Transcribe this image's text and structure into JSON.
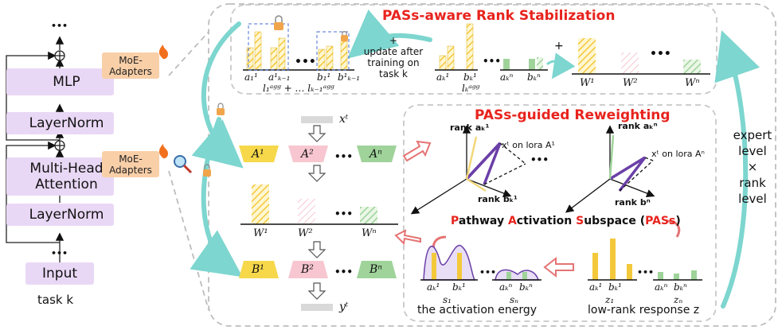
{
  "left_column": {
    "dots_top": "•••",
    "mlp": "MLP",
    "layernorm_top": "LayerNorm",
    "mha_line1": "Multi-Head",
    "mha_line2": "Attention",
    "layernorm_bottom": "LayerNorm",
    "dots_bottom": "•••",
    "input": "Input",
    "task": "task k",
    "moe_top_line1": "MoE-",
    "moe_top_line2": "Adapters",
    "moe_bottom_line1": "MoE-",
    "moe_bottom_line2": "Adapters"
  },
  "rank_stabilization": {
    "title": "PASs-aware Rank Stabilization",
    "update_line1": "+",
    "update_line2": "update after",
    "update_line3": "training on",
    "update_line4": "task k",
    "agg_left": "l₁ᵃᵍᵍ + … lₖ₋₁ᵃᵍᵍ",
    "agg_right": "lₖᵃᵍᵍ",
    "w1": "W¹",
    "w2": "W²",
    "wn": "Wⁿ",
    "plus": "+",
    "dots": "•••",
    "bar_labels_a1": "a₁¹",
    "bar_labels_ak1": "a¹ₖ₋₁",
    "bar_labels_b1": "b₁¹",
    "bar_labels_bk1": "b¹ₖ₋₁",
    "bar_labels_ak": "aₖ¹",
    "bar_labels_bk": "bₖ¹",
    "bar_labels_akn": "aₖⁿ",
    "bar_labels_bkn": "bₖⁿ",
    "ellipsis": "…"
  },
  "center_column": {
    "xt": "xᵗ",
    "a1": "A¹",
    "a2": "A²",
    "an": "Aⁿ",
    "w1": "W¹",
    "w2": "W²",
    "wn": "Wⁿ",
    "b1": "B¹",
    "b2": "B²",
    "bn": "Bⁿ",
    "yt": "yᵗ",
    "dots": "•••"
  },
  "reweighting": {
    "title": "PASs-guided Reweighting",
    "rank_ak1": "rank aₖ¹",
    "rank_bk1": "rank bₖ¹",
    "xt_lora_a1": "xᵗ on lora A¹",
    "rank_akn": "rank aₖⁿ",
    "rank_bn": "rank bⁿ",
    "xt_lora_an": "xᵗ on lora Aⁿ",
    "pass_title_parts": [
      "P",
      "athway ",
      "A",
      "ctivation ",
      "S",
      "ub",
      "s",
      "pace (",
      "PASs",
      ")"
    ],
    "dots": "•••",
    "s1": "s₁",
    "sn": "sₙ",
    "activation_energy": "the activation energy",
    "z1": "z₁",
    "zn": "zₙ",
    "low_rank": "low-rank response z",
    "ak1": "aₖ¹",
    "bk1": "bₖ¹",
    "akn": "aₖⁿ",
    "bkn": "bₖⁿ"
  },
  "right_label": {
    "line1": "expert",
    "line2": "level",
    "line3": "×",
    "line4": "rank",
    "line5": "level"
  },
  "colors": {
    "block_purple": "#e9d8f5",
    "moe_orange": "#f9cfa8",
    "yellow_bar": "#f3c93b",
    "pink_bar": "#f5b7c6",
    "green_bar": "#9fd39a",
    "teal_arrow": "#7dd6cf",
    "red_title": "#e8231d",
    "purple_line": "#6b3fa8"
  }
}
